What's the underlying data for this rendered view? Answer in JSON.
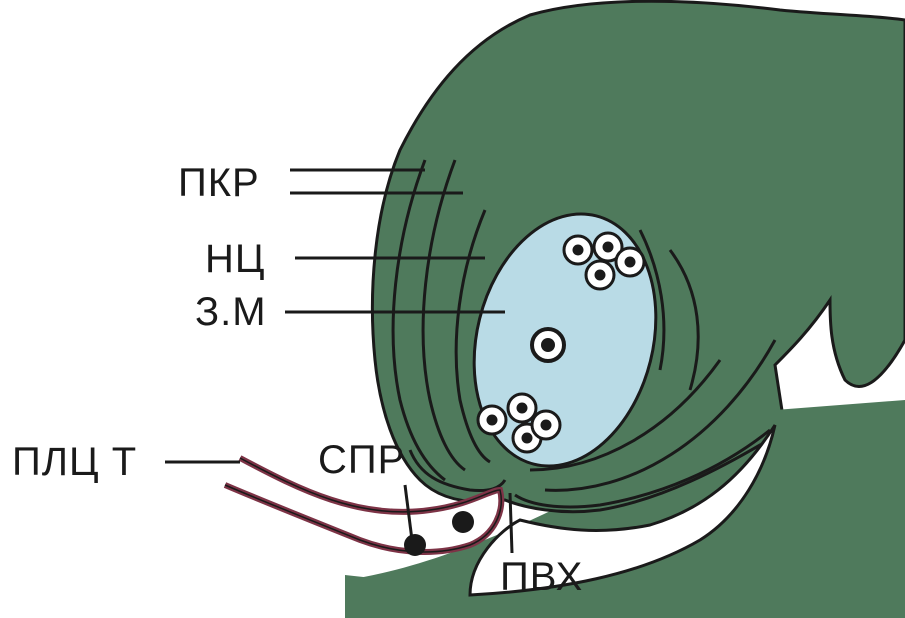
{
  "labels": {
    "integuments": "ПКР",
    "nucellus": "НЦ",
    "embryo_sac": "З.М",
    "pollen_tube": "ПЛЦ Т",
    "sperm": "СПР",
    "micropyle": "ПВХ"
  },
  "colors": {
    "ovule_fill": "#4f7a5c",
    "outline": "#1a1a1a",
    "embryo_sac_fill": "#b9dbe6",
    "pollen_tube_wall": "#7d3346",
    "background": "#ffffff"
  }
}
